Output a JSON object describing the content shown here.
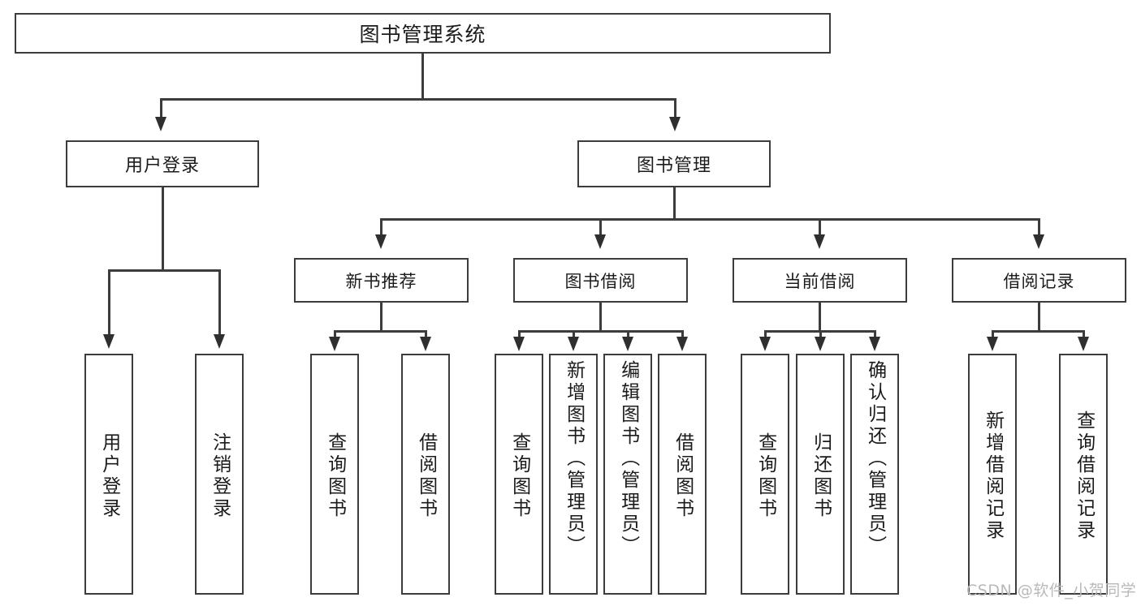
{
  "diagram": {
    "title": "图书管理系统",
    "type": "hierarchy-tree",
    "watermark": "CSDN @软件_小贺同学",
    "colors": {
      "box_border": "#3c3c3c",
      "box_fill": "#ffffff",
      "connector": "#3c3c3c",
      "text": "#1b1b1b",
      "watermark": "#b9b9b9"
    }
  },
  "nodes": {
    "root": {
      "label": "图书管理系统"
    },
    "level2": [
      {
        "label": "用户登录"
      },
      {
        "label": "图书管理"
      }
    ],
    "level3": [
      {
        "label": "新书推荐"
      },
      {
        "label": "图书借阅"
      },
      {
        "label": "当前借阅"
      },
      {
        "label": "借阅记录"
      }
    ],
    "leaves": {
      "user_login": [
        {
          "label": "用户登录"
        },
        {
          "label": "注销登录"
        }
      ],
      "new_book_recommend": [
        {
          "label": "查询图书"
        },
        {
          "label": "借阅图书"
        }
      ],
      "book_borrow": [
        {
          "label": "查询图书"
        },
        {
          "label": "新增图书（管理员）"
        },
        {
          "label": "编辑图书（管理员）"
        },
        {
          "label": "借阅图书"
        }
      ],
      "current_borrow": [
        {
          "label": "查询图书"
        },
        {
          "label": "归还图书"
        },
        {
          "label": "确认归还（管理员）"
        }
      ],
      "borrow_record": [
        {
          "label": "新增借阅记录"
        },
        {
          "label": "查询借阅记录"
        }
      ]
    }
  }
}
